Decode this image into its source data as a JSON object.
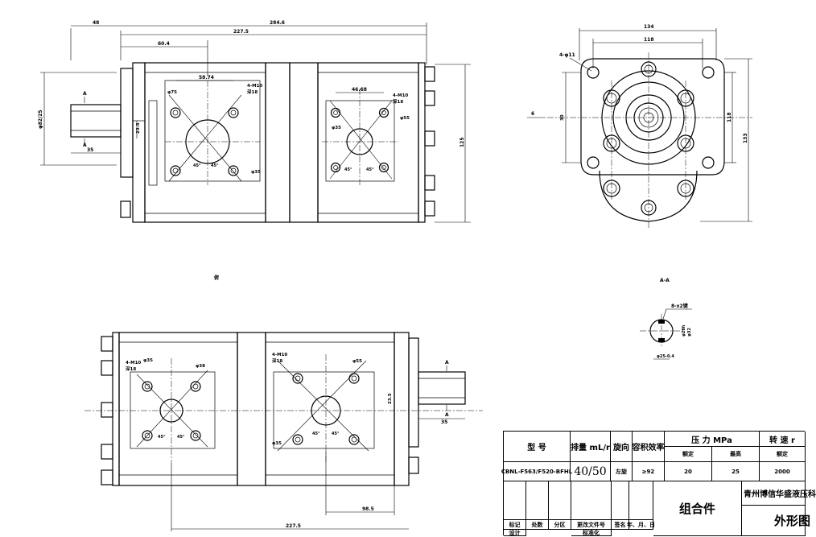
{
  "dims": {
    "d48": "48",
    "d284": "284.6",
    "d227": "227.5",
    "d60": "60.4",
    "d58": "58.74",
    "d46": "46.68",
    "d125": "125",
    "d35": "35",
    "d23": "23.5",
    "m4m10": "4-M10",
    "deep18": "深18",
    "m4m10b": "4-M10",
    "deep18b": "深18",
    "phi75": "φ75",
    "phi35": "φ35",
    "phi55": "φ55",
    "phi35b": "φ35",
    "phi82": "φ82/25",
    "ang1": "45°",
    "ang2": "45°",
    "ang3": "45°",
    "ang4": "45°",
    "a_mark1": "A",
    "a_mark2": "A",
    "d134": "134",
    "d118": "118",
    "hole4": "4-φ11",
    "d118v": "118",
    "d133": "133",
    "d6": "6",
    "d30": "30",
    "view_label": "俯",
    "section_label": "A-A",
    "spline1": "8-x2键",
    "spline2": "φ28h",
    "spline3": "φ32",
    "spline4": "φ25-0.4",
    "bphi35": "φ35",
    "bphi38": "φ38",
    "bm4m10": "4-M10",
    "bdeep18": "深18",
    "bm4m10b": "4-M10",
    "bdeep18b": "深18",
    "bphi55": "φ55",
    "bphi35b": "φ35",
    "bang1": "45°",
    "bang2": "45°",
    "bang3": "45°",
    "bang4": "45°",
    "b_a1": "A",
    "b_a2": "A",
    "b_d35": "35",
    "b_d23": "23.5",
    "b_d98": "98.5",
    "b_d227": "227.5"
  },
  "table": {
    "model_hdr": "型 号",
    "disp_hdr": "排量 mL/r",
    "rot_hdr": "旋向",
    "eff_hdr": "容积效率",
    "press_hdr": "压 力 MPa",
    "speed_hdr": "转 速 r",
    "rated": "额定",
    "max": "最高",
    "rated2": "额定",
    "model": "CBNL-F563/F520-BFHL",
    "disp": "40/50",
    "rot": "左旋",
    "eff": "≥92",
    "p_rated": "20",
    "p_max": "25",
    "s_rated": "2000",
    "assembly": "组合件",
    "company": "青州博信华盛液压科",
    "dwg": "外形图",
    "r_mark": "标记",
    "r_count": "处数",
    "r_zone": "分区",
    "r_doc": "更改文件号",
    "r_sign": "签名",
    "r_date": "年、月、日",
    "r_design": "设计",
    "r_std": "标准化"
  }
}
